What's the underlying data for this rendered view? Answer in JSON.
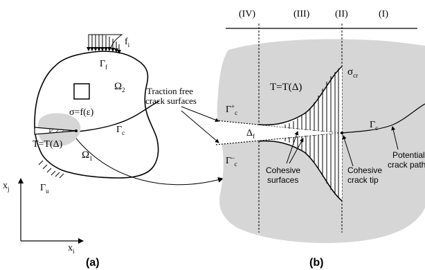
{
  "colors": {
    "fill_gray": "#d6d6d6",
    "ink": "#000000",
    "background": "#ffffff"
  },
  "panel_a": {
    "caption": "(a)",
    "load_label": "f",
    "load_sub": "i",
    "boundary_traction_label": "Γ",
    "boundary_traction_sub": "f",
    "domain_upper_label": "Ω",
    "domain_upper_sub": "2",
    "constitutive_label": "σ=f(ε)",
    "crack_boundary_label": "Γ",
    "crack_boundary_sub": "c",
    "cohesive_law_label": "T=T(Δ)",
    "domain_lower_label": "Ω",
    "domain_lower_sub": "1",
    "boundary_disp_label": "Γ",
    "boundary_disp_sub": "u",
    "axis_vertical": "x",
    "axis_vertical_sub": "j",
    "axis_horizontal": "x",
    "axis_horizontal_sub": "i"
  },
  "panel_b": {
    "caption": "(b)",
    "zones": [
      "(IV)",
      "(III)",
      "(II)",
      "(I)"
    ],
    "traction_free_label_line1": "Traction free",
    "traction_free_label_line2": "crack surfaces",
    "cohesive_law_label": "T=T(Δ)",
    "peak_stress_label": "σ",
    "peak_stress_sub": "cr",
    "upper_face_label": "Γ",
    "upper_face_sup": "+",
    "upper_face_sub": "c",
    "lower_face_label": "Γ",
    "lower_face_sup": "–",
    "lower_face_sub": "c",
    "opening_label": "Δ",
    "opening_sub": "f",
    "crack_path_label": "Γ",
    "crack_path_sub": "c",
    "cohesive_surfaces_line1": "Cohesive",
    "cohesive_surfaces_line2": "surfaces",
    "crack_tip_line1": "Cohesive",
    "crack_tip_line2": "crack tip",
    "potential_path_line1": "Potential",
    "potential_path_line2": "crack path"
  }
}
